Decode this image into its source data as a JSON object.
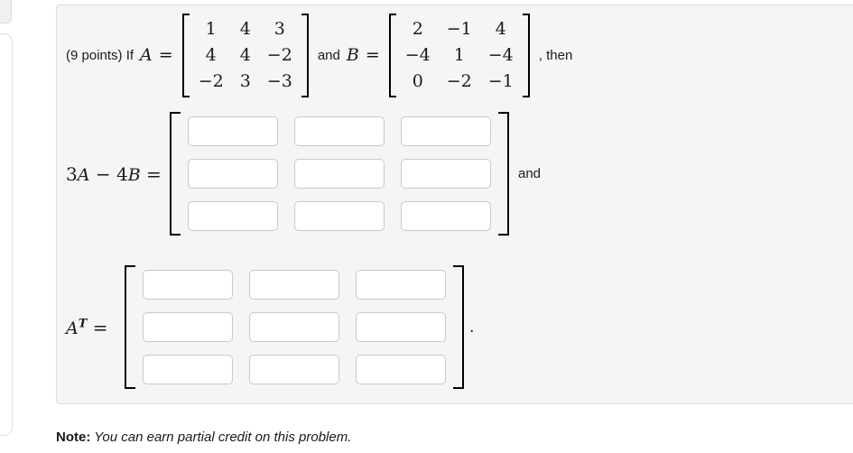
{
  "colors": {
    "accent_navy": "#0d3d8f",
    "panel_bg": "#f5f5f5",
    "panel_border": "#dcdcdc",
    "input_border": "#c9c9c9"
  },
  "problem": {
    "intro": "(9 points) If",
    "a_name": "A",
    "equals": "=",
    "and_word": "and",
    "b_name": "B",
    "then_word": ", then",
    "matrix_a": [
      [
        "1",
        "4",
        "3"
      ],
      [
        "4",
        "4",
        "−2"
      ],
      [
        "−2",
        "3",
        "−3"
      ]
    ],
    "matrix_b": [
      [
        "2",
        "−1",
        "4"
      ],
      [
        "−4",
        "1",
        "−4"
      ],
      [
        "0",
        "−2",
        "−1"
      ]
    ]
  },
  "answers": {
    "expr1": {
      "t1": "3",
      "v1": "A",
      "t2": " − ",
      "t3": "4",
      "v2": "B",
      "t4": " ="
    },
    "expr1_suffix": "and",
    "expr2": {
      "v": "A",
      "sup": "T",
      "eq": " ="
    },
    "expr2_suffix": "."
  },
  "note": {
    "prefix": "Note:",
    "text": " You can earn partial credit on this problem."
  }
}
